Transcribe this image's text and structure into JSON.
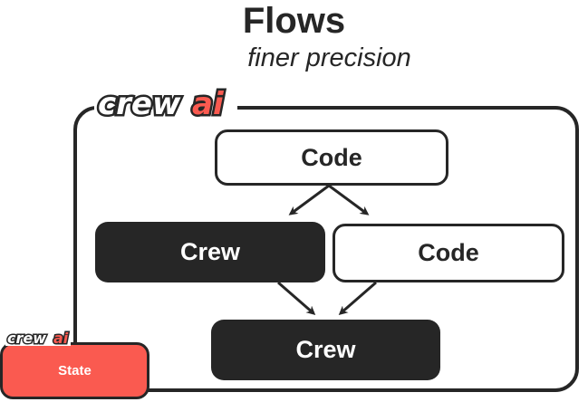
{
  "header": {
    "title": "Flows",
    "subtitle": "finer precision"
  },
  "logo": {
    "text_main": "crew",
    "text_accent": "ai",
    "accent_color": "#fa5a50"
  },
  "nodes": [
    {
      "id": "code-top",
      "label": "Code",
      "style": "light"
    },
    {
      "id": "crew-left",
      "label": "Crew",
      "style": "dark"
    },
    {
      "id": "code-right",
      "label": "Code",
      "style": "light"
    },
    {
      "id": "crew-bottom",
      "label": "Crew",
      "style": "dark"
    }
  ],
  "edges": [
    {
      "from": "code-top",
      "to": "crew-left"
    },
    {
      "from": "code-top",
      "to": "code-right"
    },
    {
      "from": "crew-left",
      "to": "crew-bottom"
    },
    {
      "from": "code-right",
      "to": "crew-bottom"
    }
  ],
  "state": {
    "label": "State",
    "color": "#fa5a50"
  },
  "colors": {
    "ink": "#262626",
    "accent": "#fa5a50",
    "background": "#ffffff"
  }
}
